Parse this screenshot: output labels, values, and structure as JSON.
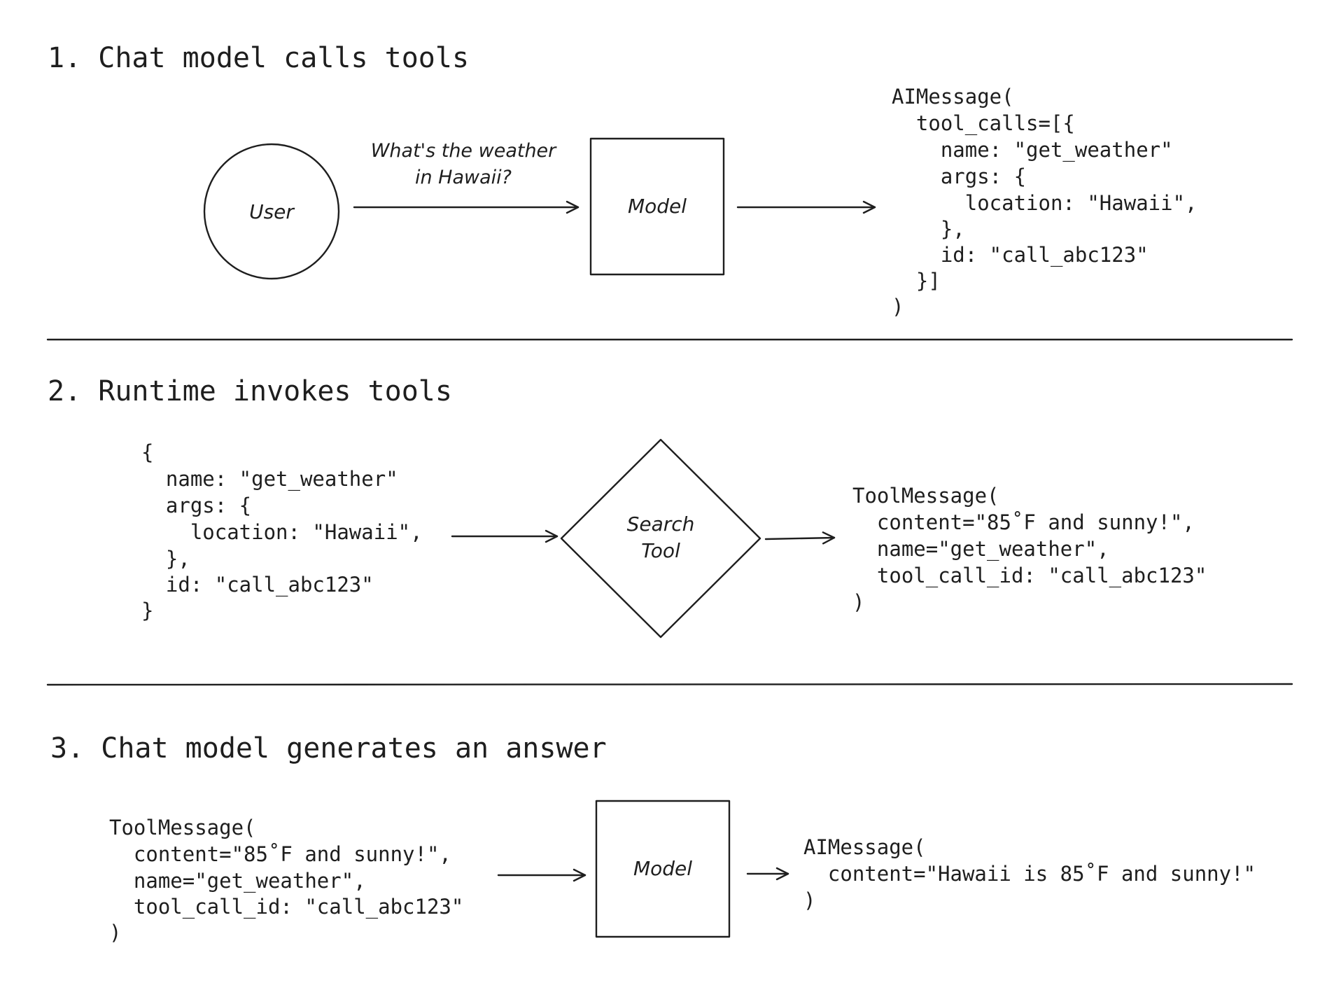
{
  "section1": {
    "title": "1. Chat model calls tools",
    "user_label": "User",
    "edge_label": [
      "What's the weather",
      "in Hawaii?"
    ],
    "model_label": "Model",
    "output_code": [
      "AIMessage(",
      "  tool_calls=[{",
      "    name: \"get_weather\"",
      "    args: {",
      "      location: \"Hawaii\",",
      "    },",
      "    id: \"call_abc123\"",
      "  }]",
      ")"
    ]
  },
  "section2": {
    "title": "2. Runtime invokes tools",
    "input_code": [
      "{",
      "  name: \"get_weather\"",
      "  args: {",
      "    location: \"Hawaii\",",
      "  },",
      "  id: \"call_abc123\"",
      "}"
    ],
    "tool_label": [
      "Search",
      "Tool"
    ],
    "output_code": [
      "ToolMessage(",
      "  content=\"85˚F and sunny!\",",
      "  name=\"get_weather\",",
      "  tool_call_id: \"call_abc123\"",
      ")"
    ]
  },
  "section3": {
    "title": "3. Chat model generates an answer",
    "input_code": [
      "ToolMessage(",
      "  content=\"85˚F and sunny!\",",
      "  name=\"get_weather\",",
      "  tool_call_id: \"call_abc123\"",
      ")"
    ],
    "model_label": "Model",
    "output_code": [
      "AIMessage(",
      "  content=\"Hawaii is 85˚F and sunny!\"",
      ")"
    ]
  }
}
